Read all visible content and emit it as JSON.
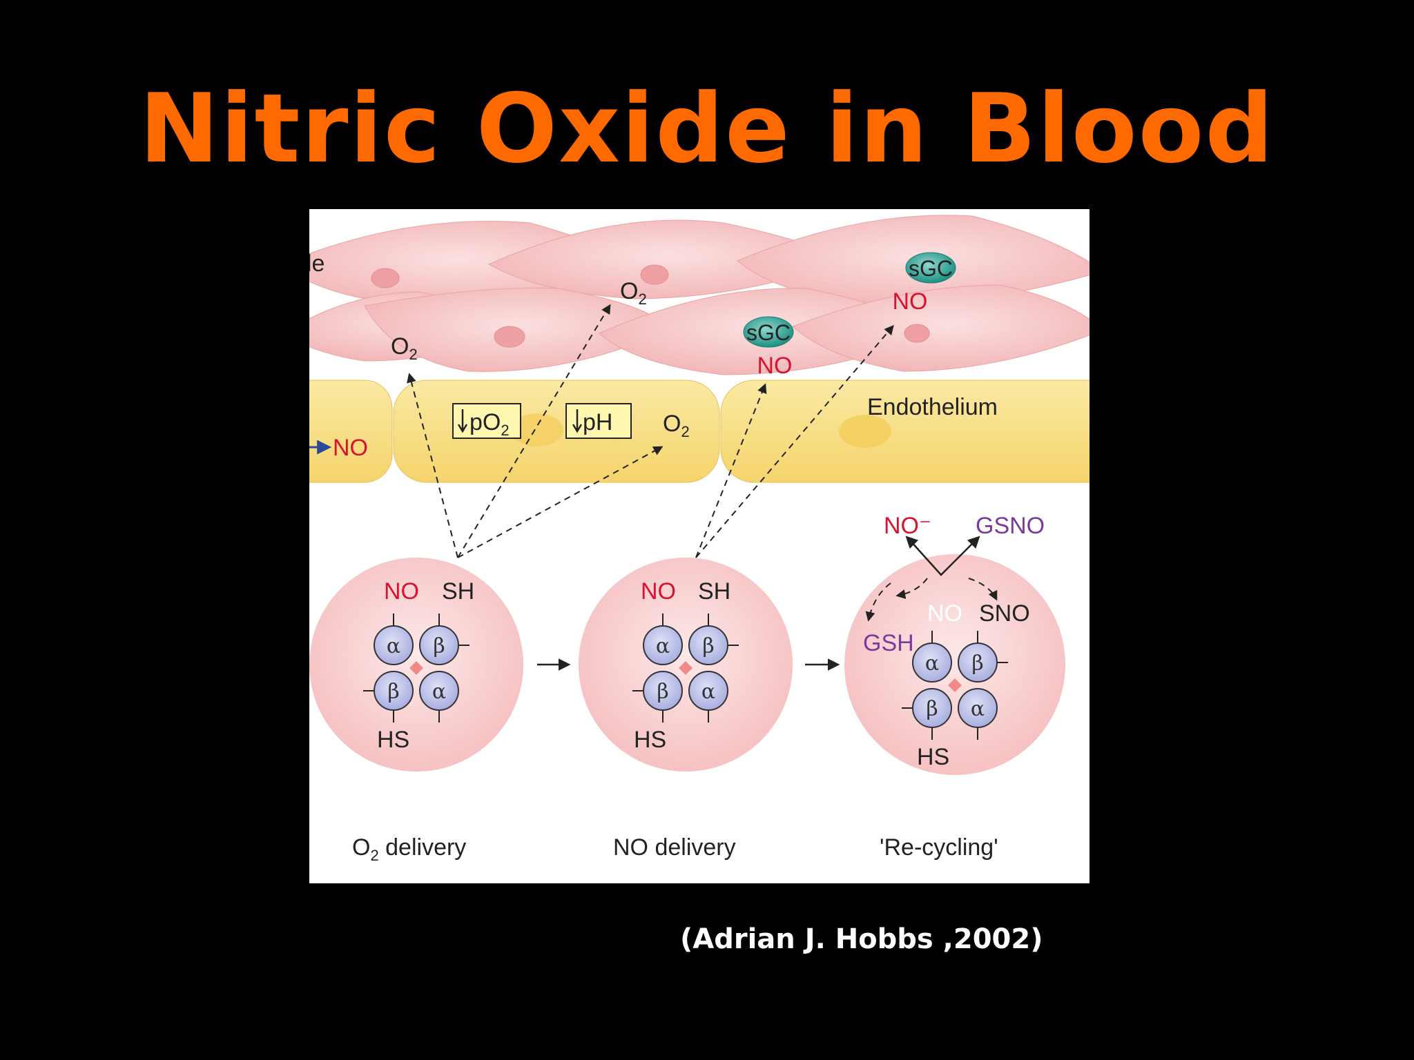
{
  "slide": {
    "title": "Nitric Oxide in Blood",
    "citation": "(Adrian J. Hobbs ,2002)"
  },
  "diagram": {
    "muscle_label_fragment": "le",
    "endothelium_label": "Endothelium",
    "no_enter": "NO",
    "o2": "O",
    "o2_sub": "2",
    "boxes": {
      "po2": {
        "main": "pO",
        "sub": "2"
      },
      "ph": {
        "main": "pH"
      }
    },
    "sgc_1": {
      "enzyme": "sGC",
      "ligand": "NO"
    },
    "sgc_2": {
      "enzyme": "sGC",
      "ligand": "NO"
    },
    "rbc_1": {
      "no": "NO",
      "sh": "SH",
      "hs": "HS",
      "alpha": "α",
      "beta": "β"
    },
    "rbc_2": {
      "no": "NO",
      "sh": "SH",
      "hs": "HS",
      "alpha": "α",
      "beta": "β"
    },
    "rbc_3": {
      "no": "NO",
      "sno": "SNO",
      "hs": "HS",
      "gsh": "GSH",
      "no_minus": "NO⁻",
      "gsno": "GSNO",
      "alpha": "α",
      "beta": "β"
    },
    "captions": {
      "o2_delivery_main": "O",
      "o2_delivery_sub": "2",
      "o2_delivery_rest": " delivery",
      "no_delivery": "NO delivery",
      "recycling": "'Re-cycling'"
    },
    "colors": {
      "muscle": "#f6c3c3",
      "endothelium": "#f9df86",
      "rbc": "#f8cfcf",
      "subunit": "#b9bfe6",
      "sgc": "#3aa79b",
      "no_red": "#d6142e",
      "purple": "#7a3a9a"
    }
  }
}
